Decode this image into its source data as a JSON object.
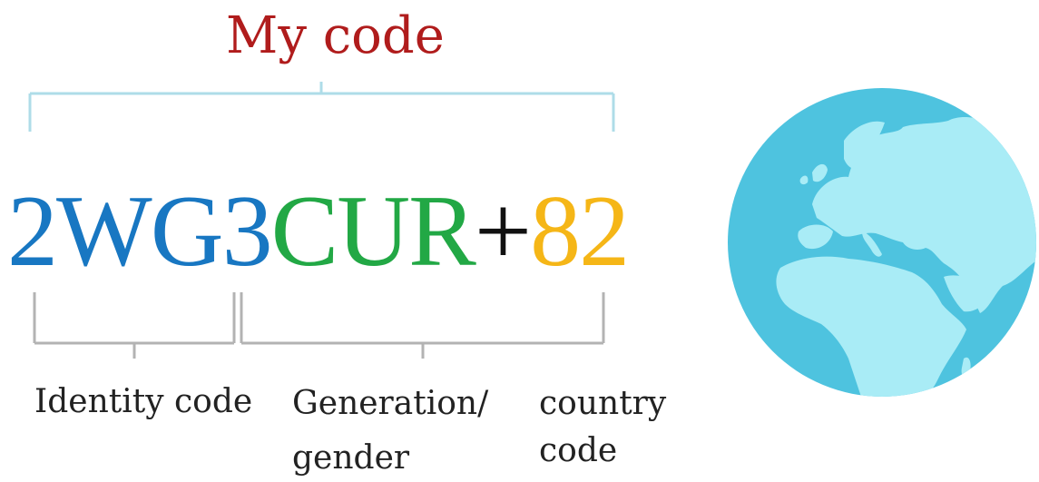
{
  "title": "My code",
  "code": {
    "identity": "2WG3",
    "generation": "CUR",
    "plus": "+",
    "country": "82"
  },
  "labels": {
    "identity": "Identity code",
    "generation_line1": "Generation/",
    "generation_line2": "gender",
    "country_line1": "country",
    "country_line2": "code"
  },
  "colors": {
    "title": "#b01c1c",
    "identity": "#1877c2",
    "generation": "#22a845",
    "plus": "#111111",
    "country": "#f5b617",
    "top_bracket": "#aedce8",
    "bottom_bracket": "#b3b3b3",
    "globe_ocean": "#4ec3df",
    "globe_land": "#a9ecf6"
  },
  "icons": [
    "globe-icon"
  ]
}
